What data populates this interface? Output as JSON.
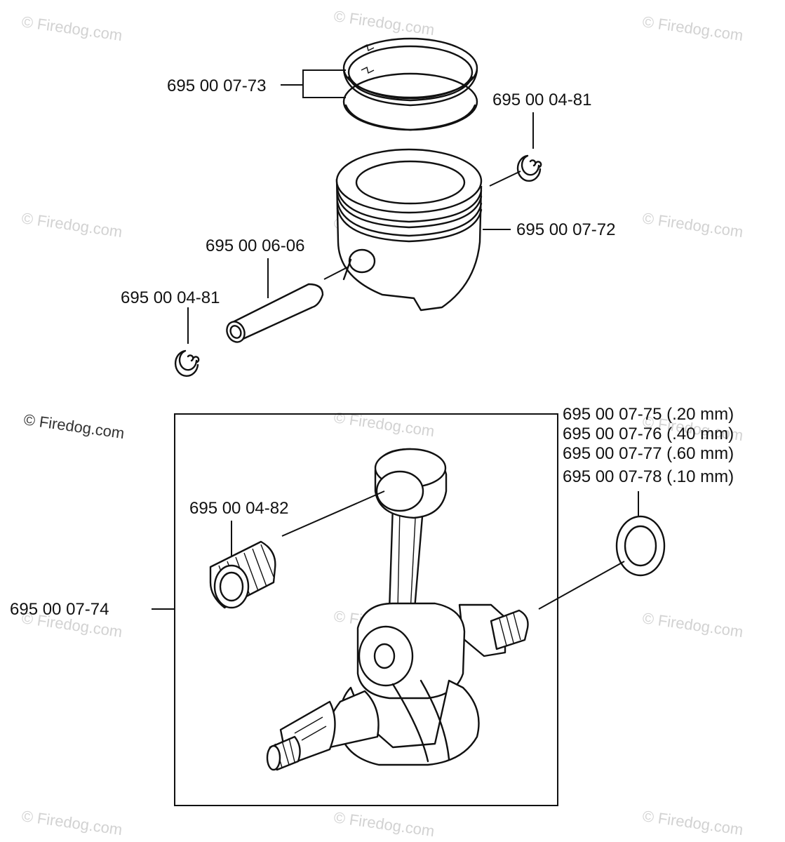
{
  "watermark": "© Firedog.com",
  "watermark_prominent": "© Firedog.com",
  "parts": {
    "piston_rings": "695 00 07-73",
    "circlip_right": "695 00 04-81",
    "piston": "695 00 07-72",
    "piston_pin": "695 00 06-06",
    "circlip_left": "695 00 04-81",
    "needle_bearing": "695 00 04-82",
    "crankshaft_assembly": "695 00 07-74",
    "shims": [
      "695 00 07-75 (.20 mm)",
      "695 00 07-76 (.40 mm)",
      "695 00 07-77 (.60 mm)",
      "695 00 07-78 (.10 mm)"
    ]
  }
}
